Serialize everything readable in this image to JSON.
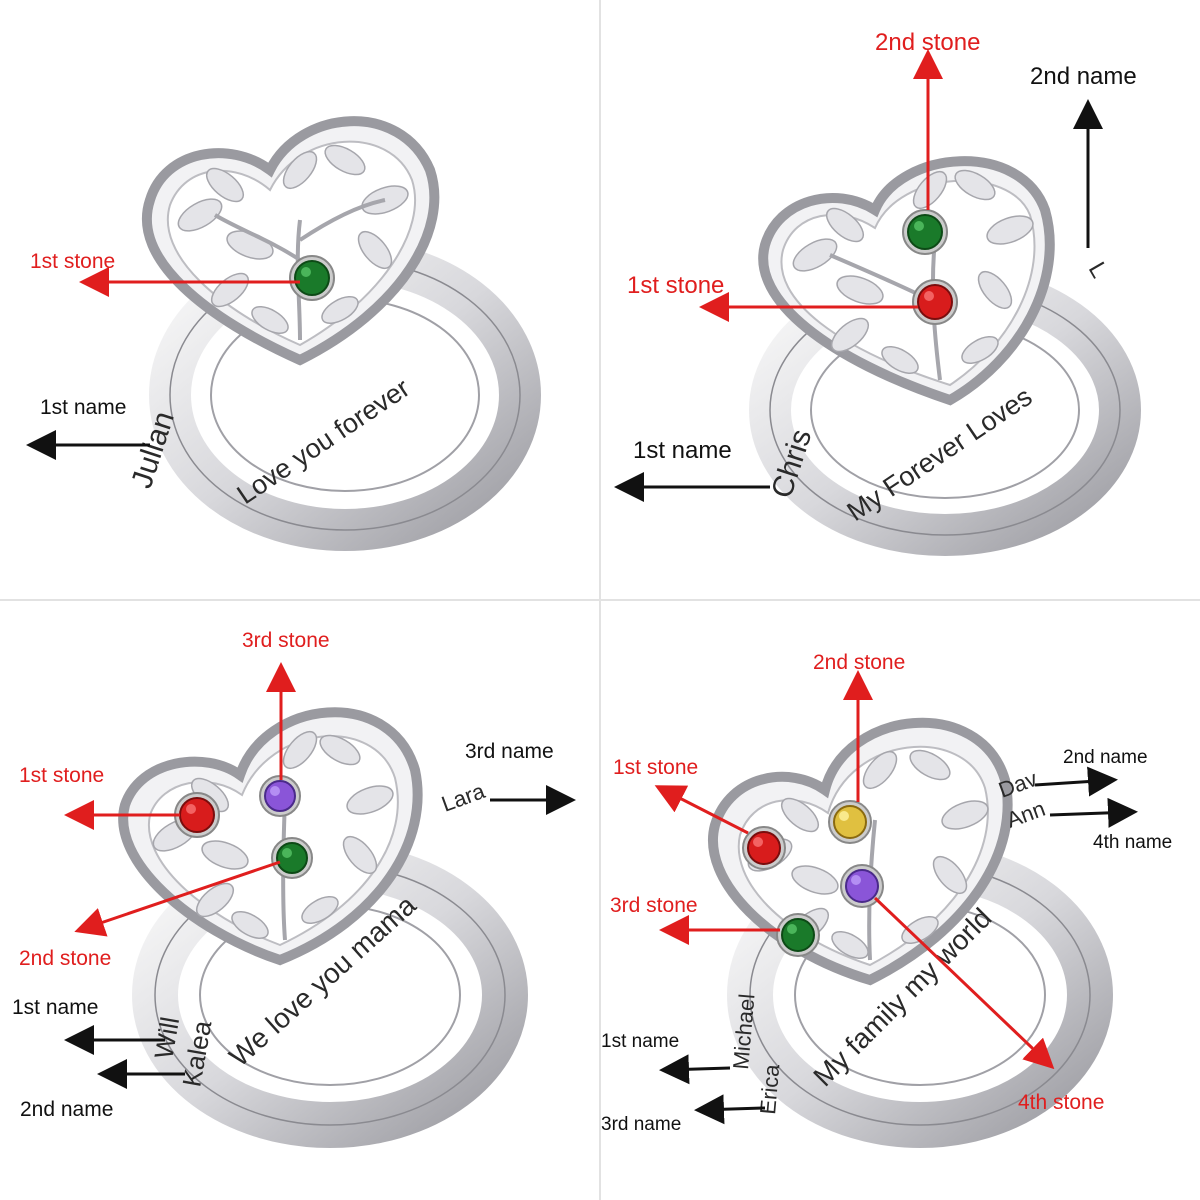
{
  "colors": {
    "annotation_red": "#e01e1e",
    "annotation_black": "#111111",
    "silver": "#e9e9eb",
    "gem_green": "#1a7a2a",
    "gem_red": "#d81c1c",
    "gem_purple": "#8a55d8",
    "gem_yellow": "#e0c040"
  },
  "panels": [
    {
      "stones": [
        {
          "label": "1st stone",
          "color": "#1a7a2a"
        }
      ],
      "names": [
        {
          "label": "1st name",
          "engraving": "Julian"
        }
      ],
      "band_text": "Love you forever"
    },
    {
      "stones": [
        {
          "label": "1st stone",
          "color": "#d81c1c"
        },
        {
          "label": "2nd stone",
          "color": "#1a7a2a"
        }
      ],
      "names": [
        {
          "label": "1st name",
          "engraving": "Chris"
        },
        {
          "label": "2nd name",
          "engraving": "L"
        }
      ],
      "band_text": "My Forever Loves"
    },
    {
      "stones": [
        {
          "label": "1st stone",
          "color": "#d81c1c"
        },
        {
          "label": "2nd stone",
          "color": "#1a7a2a"
        },
        {
          "label": "3rd stone",
          "color": "#8a55d8"
        }
      ],
      "names": [
        {
          "label": "1st name",
          "engraving": "Will"
        },
        {
          "label": "2nd name",
          "engraving": "Kalea"
        },
        {
          "label": "3rd name",
          "engraving": "Lara"
        }
      ],
      "band_text": "We love you mama"
    },
    {
      "stones": [
        {
          "label": "1st stone",
          "color": "#d81c1c"
        },
        {
          "label": "2nd stone",
          "color": "#e0c040"
        },
        {
          "label": "3rd stone",
          "color": "#1a7a2a"
        },
        {
          "label": "4th stone",
          "color": "#8a55d8"
        }
      ],
      "names": [
        {
          "label": "1st name",
          "engraving": "Michael"
        },
        {
          "label": "2nd name",
          "engraving": "Dav"
        },
        {
          "label": "3rd name",
          "engraving": "Erica"
        },
        {
          "label": "4th name",
          "engraving": "Ann"
        }
      ],
      "band_text": "My family my world"
    }
  ]
}
